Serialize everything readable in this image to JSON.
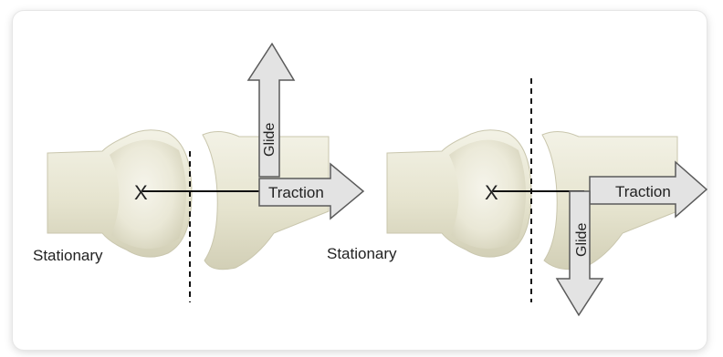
{
  "panels": [
    {
      "stationary_label": "Stationary",
      "traction_label": "Traction",
      "glide_label": "Glide",
      "glide_direction": "up",
      "axis_mark": "X"
    },
    {
      "stationary_label": "Stationary",
      "traction_label": "Traction",
      "glide_label": "Glide",
      "glide_direction": "down",
      "axis_mark": "X"
    }
  ],
  "colors": {
    "bone_fill": "#ebe9d8",
    "bone_shade": "#d6d3bc",
    "bone_outline": "#c9c6ad",
    "arrow_fill": "#e3e3e3",
    "arrow_stroke": "#5a5a5a",
    "line": "#111111"
  }
}
